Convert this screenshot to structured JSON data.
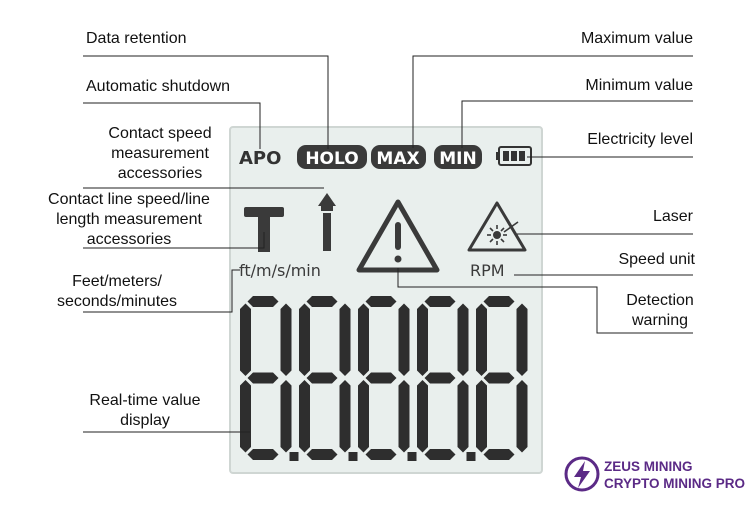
{
  "callouts": {
    "data_retention": "Data retention",
    "automatic_shutdown": "Automatic shutdown",
    "contact_speed_accessories": "Contact speed\nmeasurement\naccessories",
    "contact_line_accessories": "Contact line speed/line\nlength measurement\naccessories",
    "units_callout": "Feet/meters/\nseconds/minutes",
    "realtime_display": "Real-time value\ndisplay",
    "maximum_value": "Maximum value",
    "minimum_value": "Minimum value",
    "electricity_level": "Electricity level",
    "laser": "Laser",
    "speed_unit": "Speed unit",
    "detection_warning": "Detection\nwarning"
  },
  "lcd": {
    "apo": "APO",
    "holo": "HOLO",
    "max": "MAX",
    "min": "MIN",
    "units": "ft/m/s/min",
    "rpm": "RPM",
    "digits": "88888",
    "battery_bars": 3,
    "colors": {
      "screen": "#e9efed",
      "segment": "#2e2e2e",
      "ghost": "#d4dad8",
      "border": "#cfd6d3"
    }
  },
  "logo": {
    "text": "ZEUS MINING\nCRYPTO MINING PRO",
    "color": "#5b2a86"
  }
}
